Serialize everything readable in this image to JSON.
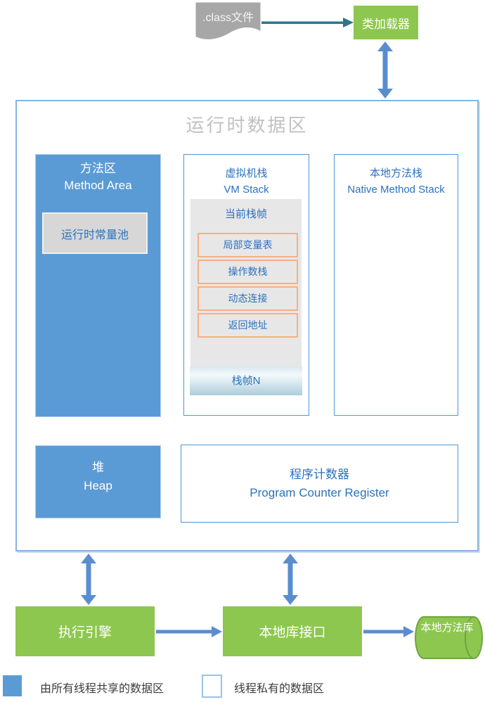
{
  "top": {
    "class_file": ".class文件",
    "class_loader": "类加载器"
  },
  "runtime_area": {
    "title": "运行时数据区",
    "method_area": {
      "zh": "方法区",
      "en": "Method Area",
      "constant_pool": "运行时常量池"
    },
    "vm_stack": {
      "zh": "虚拟机栈",
      "en": "VM Stack",
      "current_frame": "当前栈帧",
      "frame_items": [
        "局部变量表",
        "操作数栈",
        "动态连接",
        "返回地址"
      ],
      "frame_n": "栈帧N"
    },
    "native_stack": {
      "zh": "本地方法栈",
      "en": "Native Method Stack"
    },
    "heap": {
      "zh": "堆",
      "en": "Heap"
    },
    "pc_register": {
      "zh": "程序计数器",
      "en": "Program Counter Register"
    }
  },
  "bottom": {
    "execution_engine": "执行引擎",
    "native_interface": "本地库接口",
    "native_library": "本地方法库"
  },
  "legend": {
    "shared": "由所有线程共享的数据区",
    "private": "线程私有的数据区"
  },
  "colors": {
    "shared_blue": "#5b9bd5",
    "green": "#8dc74f",
    "doc_gray": "#a7a7a7",
    "frame_gray": "#e8e7e7",
    "orange_border": "#f5b183",
    "blue_text": "#2a72be",
    "teal_arrow": "#2e7590",
    "blue_arrow": "#5a8dd0",
    "title_gray": "#c1c1c1"
  }
}
